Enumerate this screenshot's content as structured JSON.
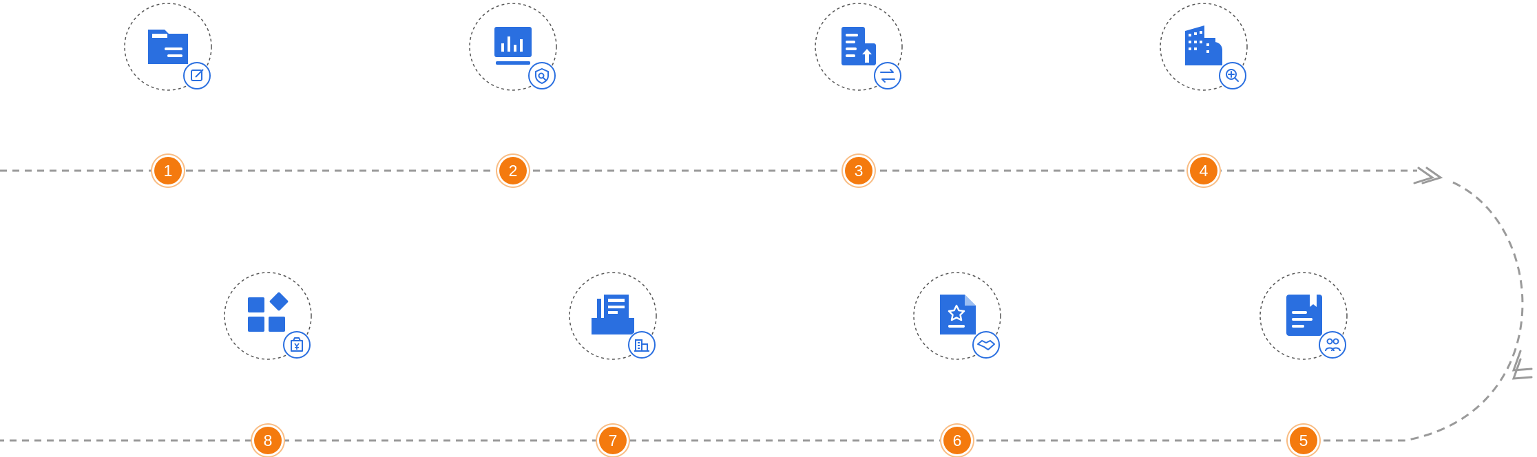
{
  "colors": {
    "accent": "#2a6fe0",
    "step_badge": "#f47a0e",
    "connector": "#9a9a9a"
  },
  "steps": [
    {
      "number": "1",
      "icon": "folder-document-icon",
      "sub_icon": "edit-icon"
    },
    {
      "number": "2",
      "icon": "bar-chart-monitor-icon",
      "sub_icon": "shield-search-icon"
    },
    {
      "number": "3",
      "icon": "document-upload-icon",
      "sub_icon": "exchange-arrows-icon"
    },
    {
      "number": "4",
      "icon": "buildings-icon",
      "sub_icon": "zoom-in-icon"
    },
    {
      "number": "5",
      "icon": "bookmark-document-icon",
      "sub_icon": "people-icon"
    },
    {
      "number": "6",
      "icon": "star-document-icon",
      "sub_icon": "handshake-icon"
    },
    {
      "number": "7",
      "icon": "inbox-documents-icon",
      "sub_icon": "building-icon"
    },
    {
      "number": "8",
      "icon": "app-blocks-icon",
      "sub_icon": "yuan-bag-icon"
    }
  ]
}
